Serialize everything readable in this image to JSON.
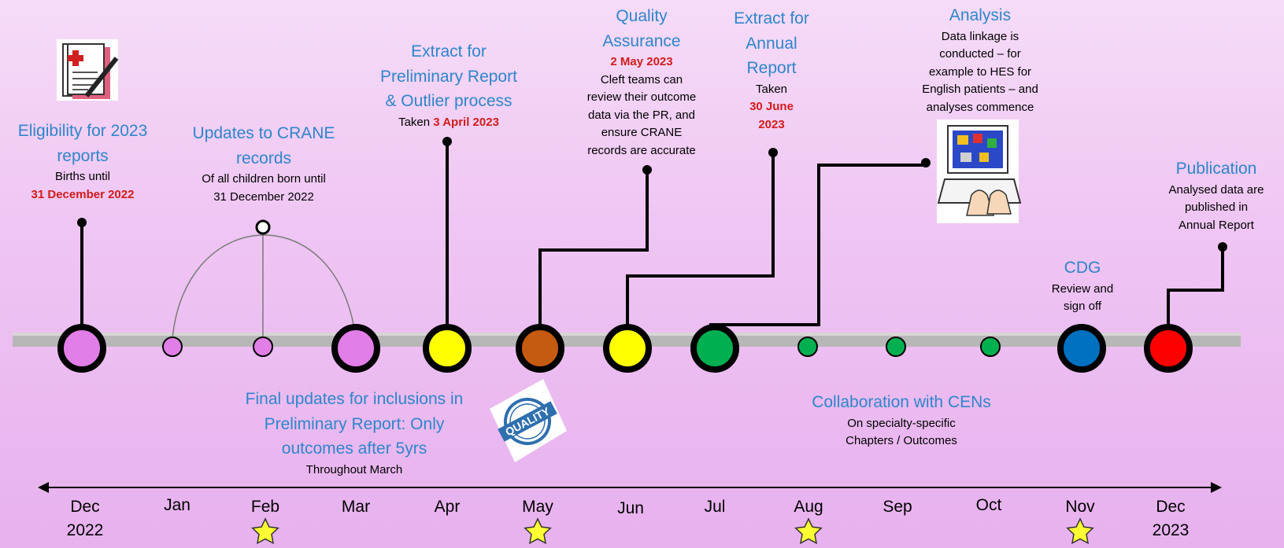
{
  "labels": {
    "eligibility": {
      "title1": "Eligibility for 2023",
      "title2": "reports",
      "line1": "Births until",
      "date": "31 December 2022"
    },
    "updates": {
      "title1": "Updates to CRANE",
      "title2": "records",
      "line1": "Of all children born until",
      "line2": "31 December 2022"
    },
    "extract_pr": {
      "title1": "Extract for",
      "title2": "Preliminary Report",
      "title3": "& Outlier process",
      "pre": "Taken ",
      "date": "3 April 2023"
    },
    "qa": {
      "title1": "Quality",
      "title2": "Assurance",
      "date": "2 May 2023",
      "line1": "Cleft teams can",
      "line2": "review their outcome",
      "line3": "data via the PR, and",
      "line4": "ensure CRANE",
      "line5": "records are accurate"
    },
    "extract_ar": {
      "title1": "Extract for",
      "title2": "Annual",
      "title3": "Report",
      "line1": "Taken",
      "date1": "30 June",
      "date2": "2023"
    },
    "analysis": {
      "title": "Analysis",
      "line1": "Data linkage is",
      "line2": "conducted – for",
      "line3": "example to HES for",
      "line4": "English patients – and",
      "line5": "analyses commence"
    },
    "publication": {
      "title": "Publication",
      "line1": "Analysed data are",
      "line2": "published in",
      "line3": "Annual Report"
    },
    "cdg": {
      "title": "CDG",
      "line1": "Review and",
      "line2": "sign off"
    },
    "final_updates": {
      "title1": "Final updates for inclusions in",
      "title2": "Preliminary Report: Only",
      "title3": "outcomes after 5yrs",
      "line1": "Throughout March"
    },
    "collab": {
      "title": "Collaboration with CENs",
      "line1": "On specialty-specific",
      "line2": "Chapters / Outcomes"
    },
    "quality_stamp": {
      "text": "QUALITY"
    }
  },
  "months": [
    {
      "l1": "Dec",
      "l2": "2022"
    },
    {
      "l1": "Jan",
      "l2": ""
    },
    {
      "l1": "Feb",
      "l2": ""
    },
    {
      "l1": "Mar",
      "l2": ""
    },
    {
      "l1": "Apr",
      "l2": ""
    },
    {
      "l1": "May",
      "l2": ""
    },
    {
      "l1": "Jun",
      "l2": ""
    },
    {
      "l1": "Jul",
      "l2": ""
    },
    {
      "l1": "Aug",
      "l2": ""
    },
    {
      "l1": "Sep",
      "l2": ""
    },
    {
      "l1": "Oct",
      "l2": ""
    },
    {
      "l1": "Nov",
      "l2": ""
    },
    {
      "l1": "Dec",
      "l2": "2023"
    }
  ],
  "colors": {
    "title": "#2f86c9",
    "date_red": "#d01c1c",
    "pink": "#e27ee8",
    "yellow": "#ffff00",
    "orange": "#c55a11",
    "green": "#00b050",
    "blue": "#0070c0",
    "red": "#ff0000",
    "track": "#b7b7b7",
    "star": "#ffff33"
  }
}
